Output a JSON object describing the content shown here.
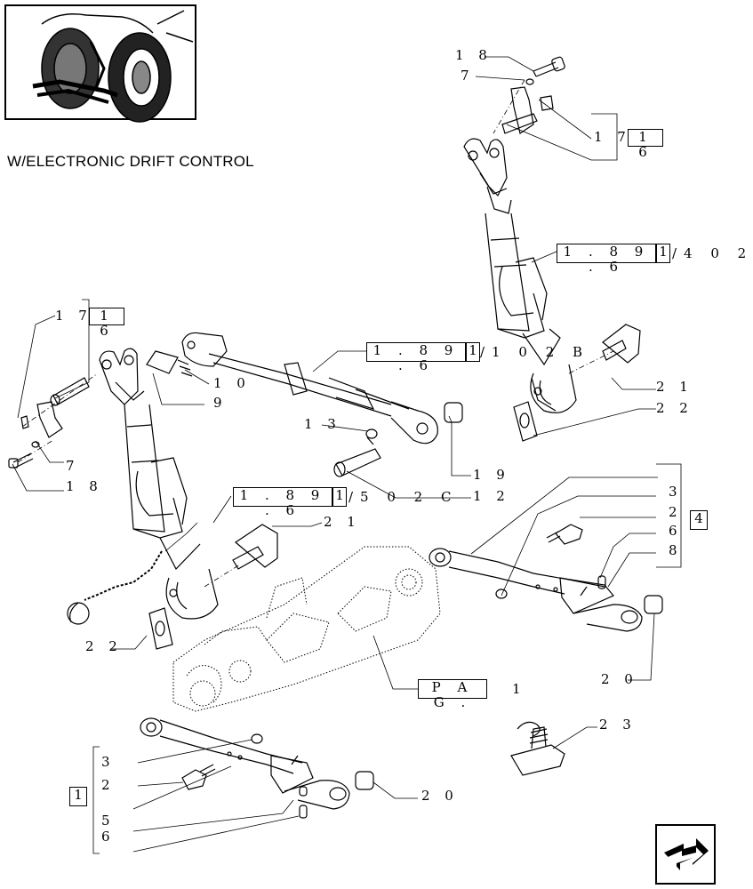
{
  "title": "W/ELECTRONIC DRIFT CONTROL",
  "callouts": {
    "c18_top": "1 8",
    "c7_top": "7",
    "c1716_top": "1 7",
    "c1716_top_box": "1 6",
    "c21_right": "2 1",
    "c22_right": "2 2",
    "c1716_left": "1 7",
    "c1716_left_box": "1 6",
    "c10": "1 0",
    "c9": "9",
    "c13": "1 3",
    "c19": "1 9",
    "c12": "1 2",
    "c7_left": "7",
    "c18_left": "1 8",
    "c21_left": "2 1",
    "c22_left": "2 2",
    "c3_right": "3",
    "c2_right": "2",
    "c6_right": "6",
    "c8_right": "8",
    "group4_box": "4",
    "c20_right": "2 0",
    "c23": "2 3",
    "c3_bottom": "3",
    "c2_bottom": "2",
    "c5_bottom": "5",
    "c6_bottom": "6",
    "group1_box": "1",
    "c20_bottom": "2 0"
  },
  "references": {
    "ref_top_right": {
      "main": "1 . 8 9 . 6",
      "box": "1",
      "tail": "/4 0 2"
    },
    "ref_mid": {
      "main": "1 . 8 9 . 6",
      "box": "1",
      "tail": "/1 0 2 B"
    },
    "ref_left": {
      "main": "1 . 8 9 . 6",
      "box": "1",
      "tail": "/5 0 2 C"
    },
    "pag": {
      "main": "P A G .",
      "tail": "1"
    }
  },
  "icons": {
    "thumbnail": "tractor-rear-thumbnail-icon",
    "nav": "next-page-arrow-icon"
  }
}
